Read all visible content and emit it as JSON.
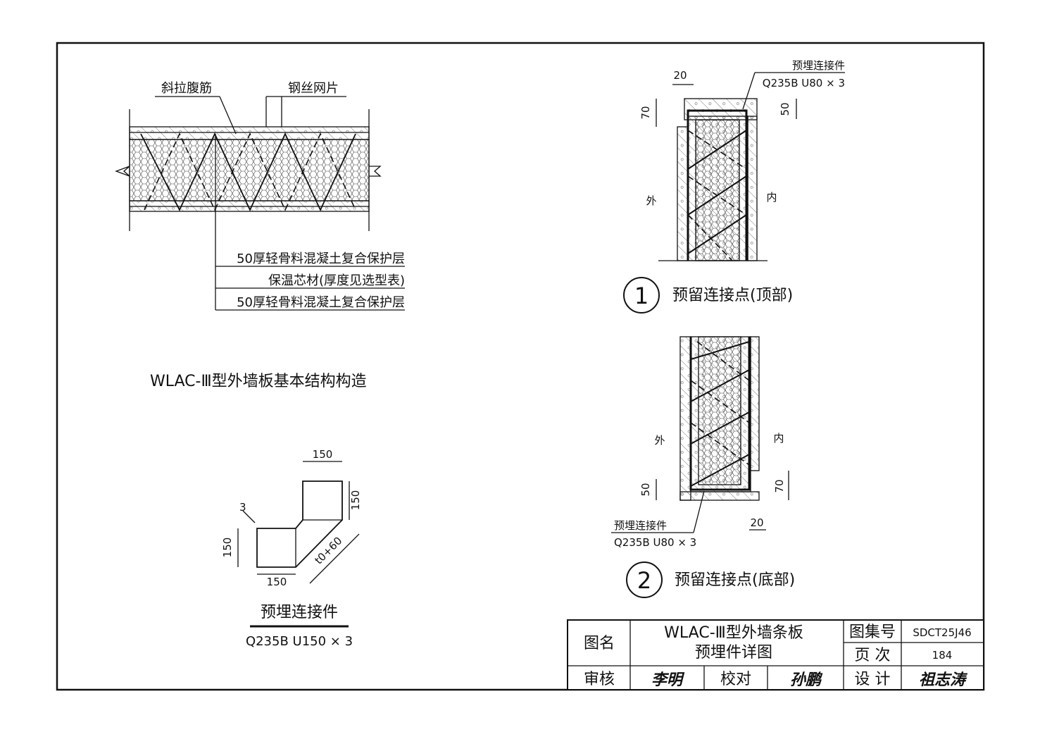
{
  "main_detail": {
    "labels": {
      "diagonal_rebar": "斜拉腹筋",
      "wire_mesh": "钢丝网片"
    },
    "layers": [
      "50厚轻骨料混凝土复合保护层",
      "保温芯材(厚度见选型表)",
      "50厚轻骨料混凝土复合保护层"
    ],
    "caption": "WLAC-Ⅲ型外墙板基本结构构造"
  },
  "connector": {
    "dims": {
      "top_width": "150",
      "top_height": "150",
      "left_height": "150",
      "bottom_width": "150",
      "diagonal": "t0+60",
      "thickness": "3"
    },
    "title": "预埋连接件",
    "spec": "Q235B  U150 × 3"
  },
  "detail_1": {
    "number": "1",
    "title": "预留连接点(顶部)",
    "label": "预埋连接件",
    "spec": "Q235B  U80 × 3",
    "dims": {
      "gap": "20",
      "left": "70",
      "right": "50"
    },
    "outside": "外",
    "inside": "内"
  },
  "detail_2": {
    "number": "2",
    "title": "预留连接点(底部)",
    "label": "预埋连接件",
    "spec": "Q235B  U80 × 3",
    "dims": {
      "gap": "20",
      "left": "50",
      "right": "70"
    },
    "outside": "外",
    "inside": "内"
  },
  "title_block": {
    "name_label": "图名",
    "name_line1": "WLAC-Ⅲ型外墙条板",
    "name_line2": "预埋件详图",
    "atlas_label": "图集号",
    "atlas_value": "SDCT25J46",
    "page_label": "页  次",
    "page_value": "184",
    "review_label": "审核",
    "review_signature": "李明",
    "check_label": "校对",
    "check_signature": "孙鹏",
    "design_label": "设  计",
    "design_signature": "祖志涛"
  }
}
